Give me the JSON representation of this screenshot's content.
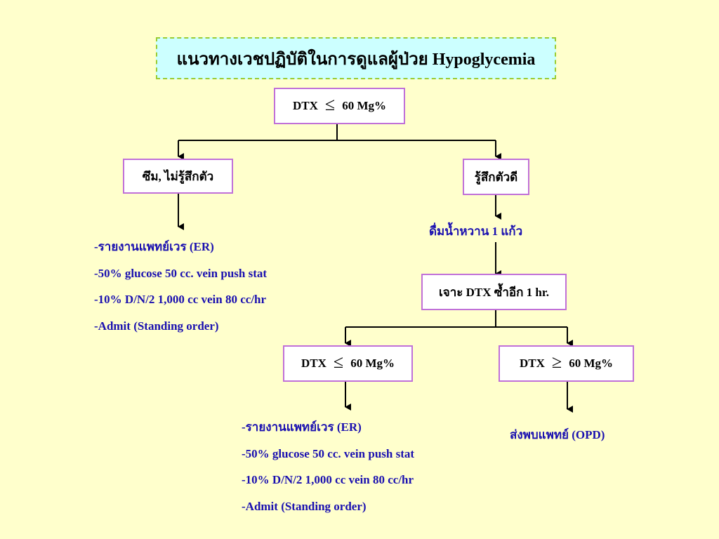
{
  "title": "แนวทางเวชปฏิบัติในการดูแลผู้ป่วย  Hypoglycemia",
  "root_box": {
    "left": "DTX",
    "symbol": "≤",
    "right": "60 Mg%"
  },
  "left_branch": {
    "label": "ซึม, ไม่รู้สึกตัว",
    "actions": [
      "-รายงานแพทย์เวร (ER)",
      "-50% glucose 50 cc. vein push stat",
      "-10% D/N/2  1,000 cc vein 80 cc/hr",
      "-Admit (Standing order)"
    ]
  },
  "right_branch": {
    "label": "รู้สึกตัวดี",
    "drink_step": "ดื่มน้ำหวาน 1 แก้ว",
    "recheck_box": "เจาะ DTX ซ้ำอีก 1 hr.",
    "low_box": {
      "left": "DTX",
      "symbol": "≤",
      "right": "60 Mg%"
    },
    "high_box": {
      "left": "DTX",
      "symbol": "≥",
      "right": "60 Mg%"
    },
    "low_actions": [
      "-รายงานแพทย์เวร (ER)",
      "-50% glucose 50 cc. vein push stat",
      "-10% D/N/2  1,000 cc vein 80 cc/hr",
      "-Admit (Standing order)"
    ],
    "high_action": "ส่งพบแพทย์ (OPD)"
  }
}
